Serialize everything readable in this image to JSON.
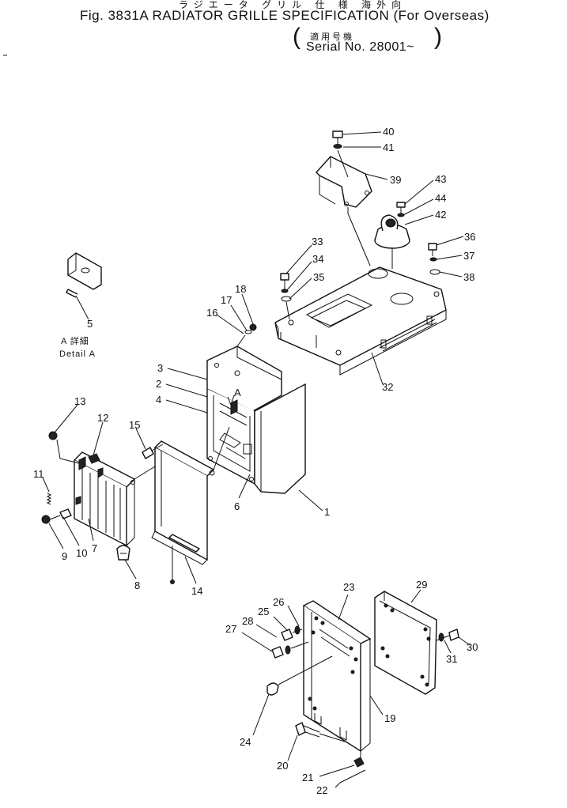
{
  "header": {
    "jp_title": "ラジエータ グリル 仕 様 海外向",
    "fig_title": "Fig. 3831A  RADIATOR GRILLE SPECIFICATION (For Overseas)",
    "jp_serial": "適用号機",
    "serial": "Serial No. 28001~"
  },
  "detail_label": {
    "jp": "A 詳細",
    "en": "Detail A"
  },
  "view_marker": "A",
  "callouts": [
    {
      "id": "1",
      "text": "1"
    },
    {
      "id": "2",
      "text": "2"
    },
    {
      "id": "3",
      "text": "3"
    },
    {
      "id": "4",
      "text": "4"
    },
    {
      "id": "5",
      "text": "5"
    },
    {
      "id": "6",
      "text": "6"
    },
    {
      "id": "7",
      "text": "7"
    },
    {
      "id": "8",
      "text": "8"
    },
    {
      "id": "9",
      "text": "9"
    },
    {
      "id": "10",
      "text": "10"
    },
    {
      "id": "11",
      "text": "11"
    },
    {
      "id": "12",
      "text": "12"
    },
    {
      "id": "13",
      "text": "13"
    },
    {
      "id": "14",
      "text": "14"
    },
    {
      "id": "15",
      "text": "15"
    },
    {
      "id": "16",
      "text": "16"
    },
    {
      "id": "17",
      "text": "17"
    },
    {
      "id": "18",
      "text": "18"
    },
    {
      "id": "19",
      "text": "19"
    },
    {
      "id": "20",
      "text": "20"
    },
    {
      "id": "21",
      "text": "21"
    },
    {
      "id": "22",
      "text": "22"
    },
    {
      "id": "23",
      "text": "23"
    },
    {
      "id": "24",
      "text": "24"
    },
    {
      "id": "25",
      "text": "25"
    },
    {
      "id": "26",
      "text": "26"
    },
    {
      "id": "27",
      "text": "27"
    },
    {
      "id": "28",
      "text": "28"
    },
    {
      "id": "29",
      "text": "29"
    },
    {
      "id": "30",
      "text": "30"
    },
    {
      "id": "31",
      "text": "31"
    },
    {
      "id": "32",
      "text": "32"
    },
    {
      "id": "33",
      "text": "33"
    },
    {
      "id": "34",
      "text": "34"
    },
    {
      "id": "35",
      "text": "35"
    },
    {
      "id": "36",
      "text": "36"
    },
    {
      "id": "37",
      "text": "37"
    },
    {
      "id": "38",
      "text": "38"
    },
    {
      "id": "39",
      "text": "39"
    },
    {
      "id": "40",
      "text": "40"
    },
    {
      "id": "41",
      "text": "41"
    },
    {
      "id": "42",
      "text": "42"
    },
    {
      "id": "43",
      "text": "43"
    },
    {
      "id": "44",
      "text": "44"
    }
  ]
}
